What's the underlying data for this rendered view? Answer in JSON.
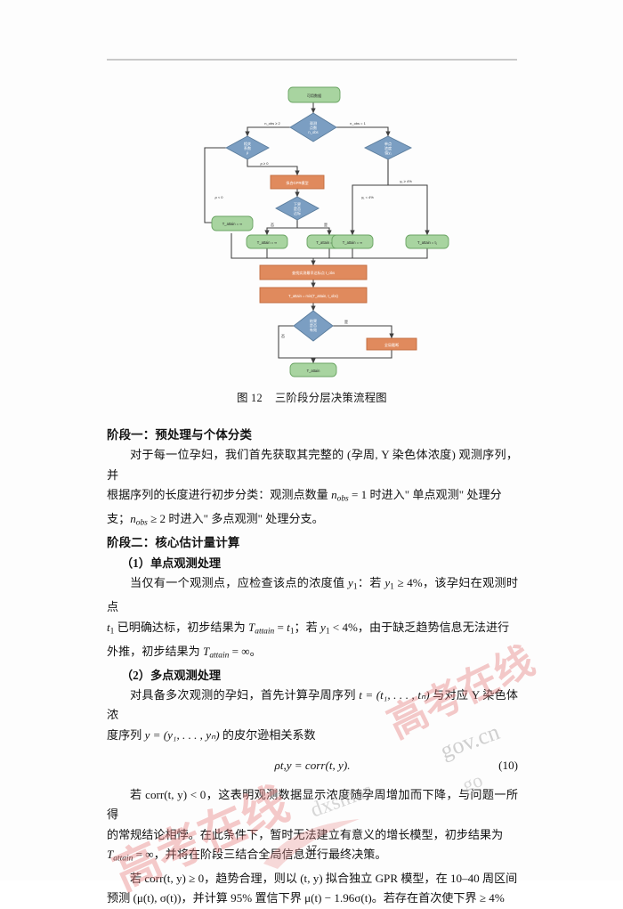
{
  "page": {
    "number": "17"
  },
  "figure": {
    "caption_label": "图 12",
    "caption_title": "三阶段分层决策流程图",
    "nodes": {
      "start": "可用数据",
      "d_nobs": "观测点数 n_obs",
      "d_corr": "相关系数 ρ",
      "d_single_y": "单点浓度值 y₁",
      "p_gpr": "拟合GPR模型",
      "d_lower": "下界是否达标",
      "t_inf_left": "T_attain = ∞",
      "t_inf_mid": "T_attain = ∞",
      "t_first": "T_attain = t_first",
      "t_single_inf": "T_attain = ∞",
      "t_single_t1": "T_attain = t₁",
      "p_sample": "查找实测最早达标点 t_obs",
      "p_min": "T_attain = min(T_attain, t_obs)",
      "d_valid": "结果是否有效",
      "p_global": "全局截断",
      "t_final": "T_attain"
    },
    "edge_labels": {
      "nobs_ge2": "n_obs ≥ 2",
      "nobs_eq1": "n_obs = 1",
      "rho_ge0": "ρ ≥ 0",
      "rho_lt0": "ρ < 0",
      "y1_ge4": "y₁ ≥ 4%",
      "y1_lt4": "y₁ < 4%",
      "no": "否",
      "yes": "是",
      "valid_yes": "是",
      "valid_no": "否"
    },
    "colors": {
      "terminal_fill": "#a8d4a0",
      "terminal_stroke": "#6aa463",
      "decision_fill": "#7b9ec2",
      "decision_stroke": "#5a7c9c",
      "process_fill": "#e08a5d",
      "process_stroke": "#c06a3d",
      "edge": "#3f3f3f"
    }
  },
  "body": {
    "stage1_heading": "阶段一：预处理与个体分类",
    "stage1_para_a": "对于每一位孕妇，我们首先获取其完整的 (孕周, Y 染色体浓度) 观测序列，并",
    "stage1_para_b": "根据序列的长度进行初步分类：观测点数量 ",
    "stage1_para_b2": " = 1 时进入\" 单点观测\" 处理分",
    "stage1_para_c": "支；",
    "stage1_para_c2": " ≥ 2 时进入\" 多点观测\" 处理分支。",
    "stage2_heading": "阶段二：核心估计量计算",
    "sub1_heading": "（1）单点观测处理",
    "sub1_para_a": "当仅有一个观测点，应检查该点的浓度值 ",
    "sub1_para_a2": "：若 ",
    "sub1_para_a3": " ≥ 4%，该孕妇在观测时点",
    "sub1_para_b_pre": " 已明确达标，初步结果为 ",
    "sub1_para_b_mid": " = ",
    "sub1_para_b_post": "；若 ",
    "sub1_para_b_post2": " < 4%，由于缺乏趋势信息无法进行",
    "sub1_para_c": "外推，初步结果为 ",
    "sub1_para_c2": " = ∞。",
    "sub2_heading": "（2）多点观测处理",
    "sub2_para_a": "对具备多次观测的孕妇，首先计算孕周序列 ",
    "sub2_para_a_eq": "t = (t₁, . . . , tₙ)",
    "sub2_para_a2": " 与对应 Y 染色体浓",
    "sub2_para_b": "度序列 ",
    "sub2_para_b_eq": "y = (y₁, . . . , yₙ)",
    "sub2_para_b2": " 的皮尔逊相关系数",
    "equation": "ρt,y = corr(t, y).",
    "equation_lhs_sub": "t,y",
    "equation_number": "(10)",
    "sub2_para_c": "若 corr(t, y) < 0，这表明观测数据显示浓度随孕周增加而下降，与问题一所得",
    "sub2_para_d": "的常规结论相悖。在此条件下，暂时无法建立有意义的增长模型，初步结果为",
    "sub2_para_e": " = ∞，并将在阶段三结合全局信息进行最终决策。",
    "sub2_para_f": "若 corr(t, y) ≥ 0，趋势合理，则以 (t, y) 拟合独立 GPR 模型，在 10–40 周区间",
    "sub2_para_g": "预测 (μ(t), σ(t))，并计算 95% 置信下界 μ(t) − 1.96σ(t)。若存在首次使下界 ≥ 4%",
    "symbols": {
      "n_obs": "nobs",
      "y1": "y1",
      "t1": "t1",
      "T_attain": "Tattain"
    }
  },
  "watermarks": {
    "red_text_1": "高考在线",
    "red_text_2": "高考在线",
    "gray_text_1": "gov.cn",
    "gray_text_2": "dxsmas",
    "gray_text_3": "go"
  }
}
